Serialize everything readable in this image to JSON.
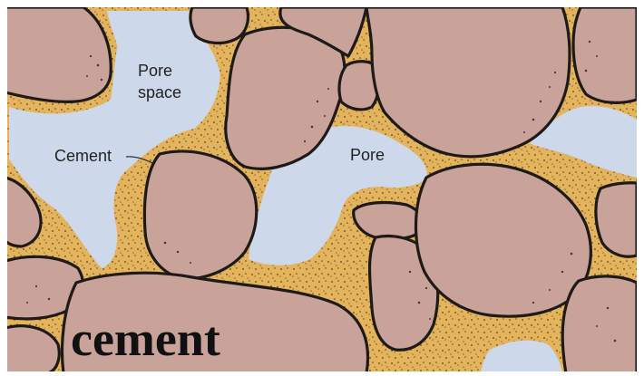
{
  "labels": {
    "pore_space_line1": "Pore",
    "pore_space_line2": "space",
    "cement_small": "Cement",
    "pore": "Pore",
    "caption": "cement"
  },
  "colors": {
    "cement": "#e3b45c",
    "cement_speckle": "#5a3e2e",
    "grain": "#c9a39a",
    "grain_outline": "#1e1a18",
    "pore": "#cdd8ea",
    "frame": "#ffffff"
  }
}
